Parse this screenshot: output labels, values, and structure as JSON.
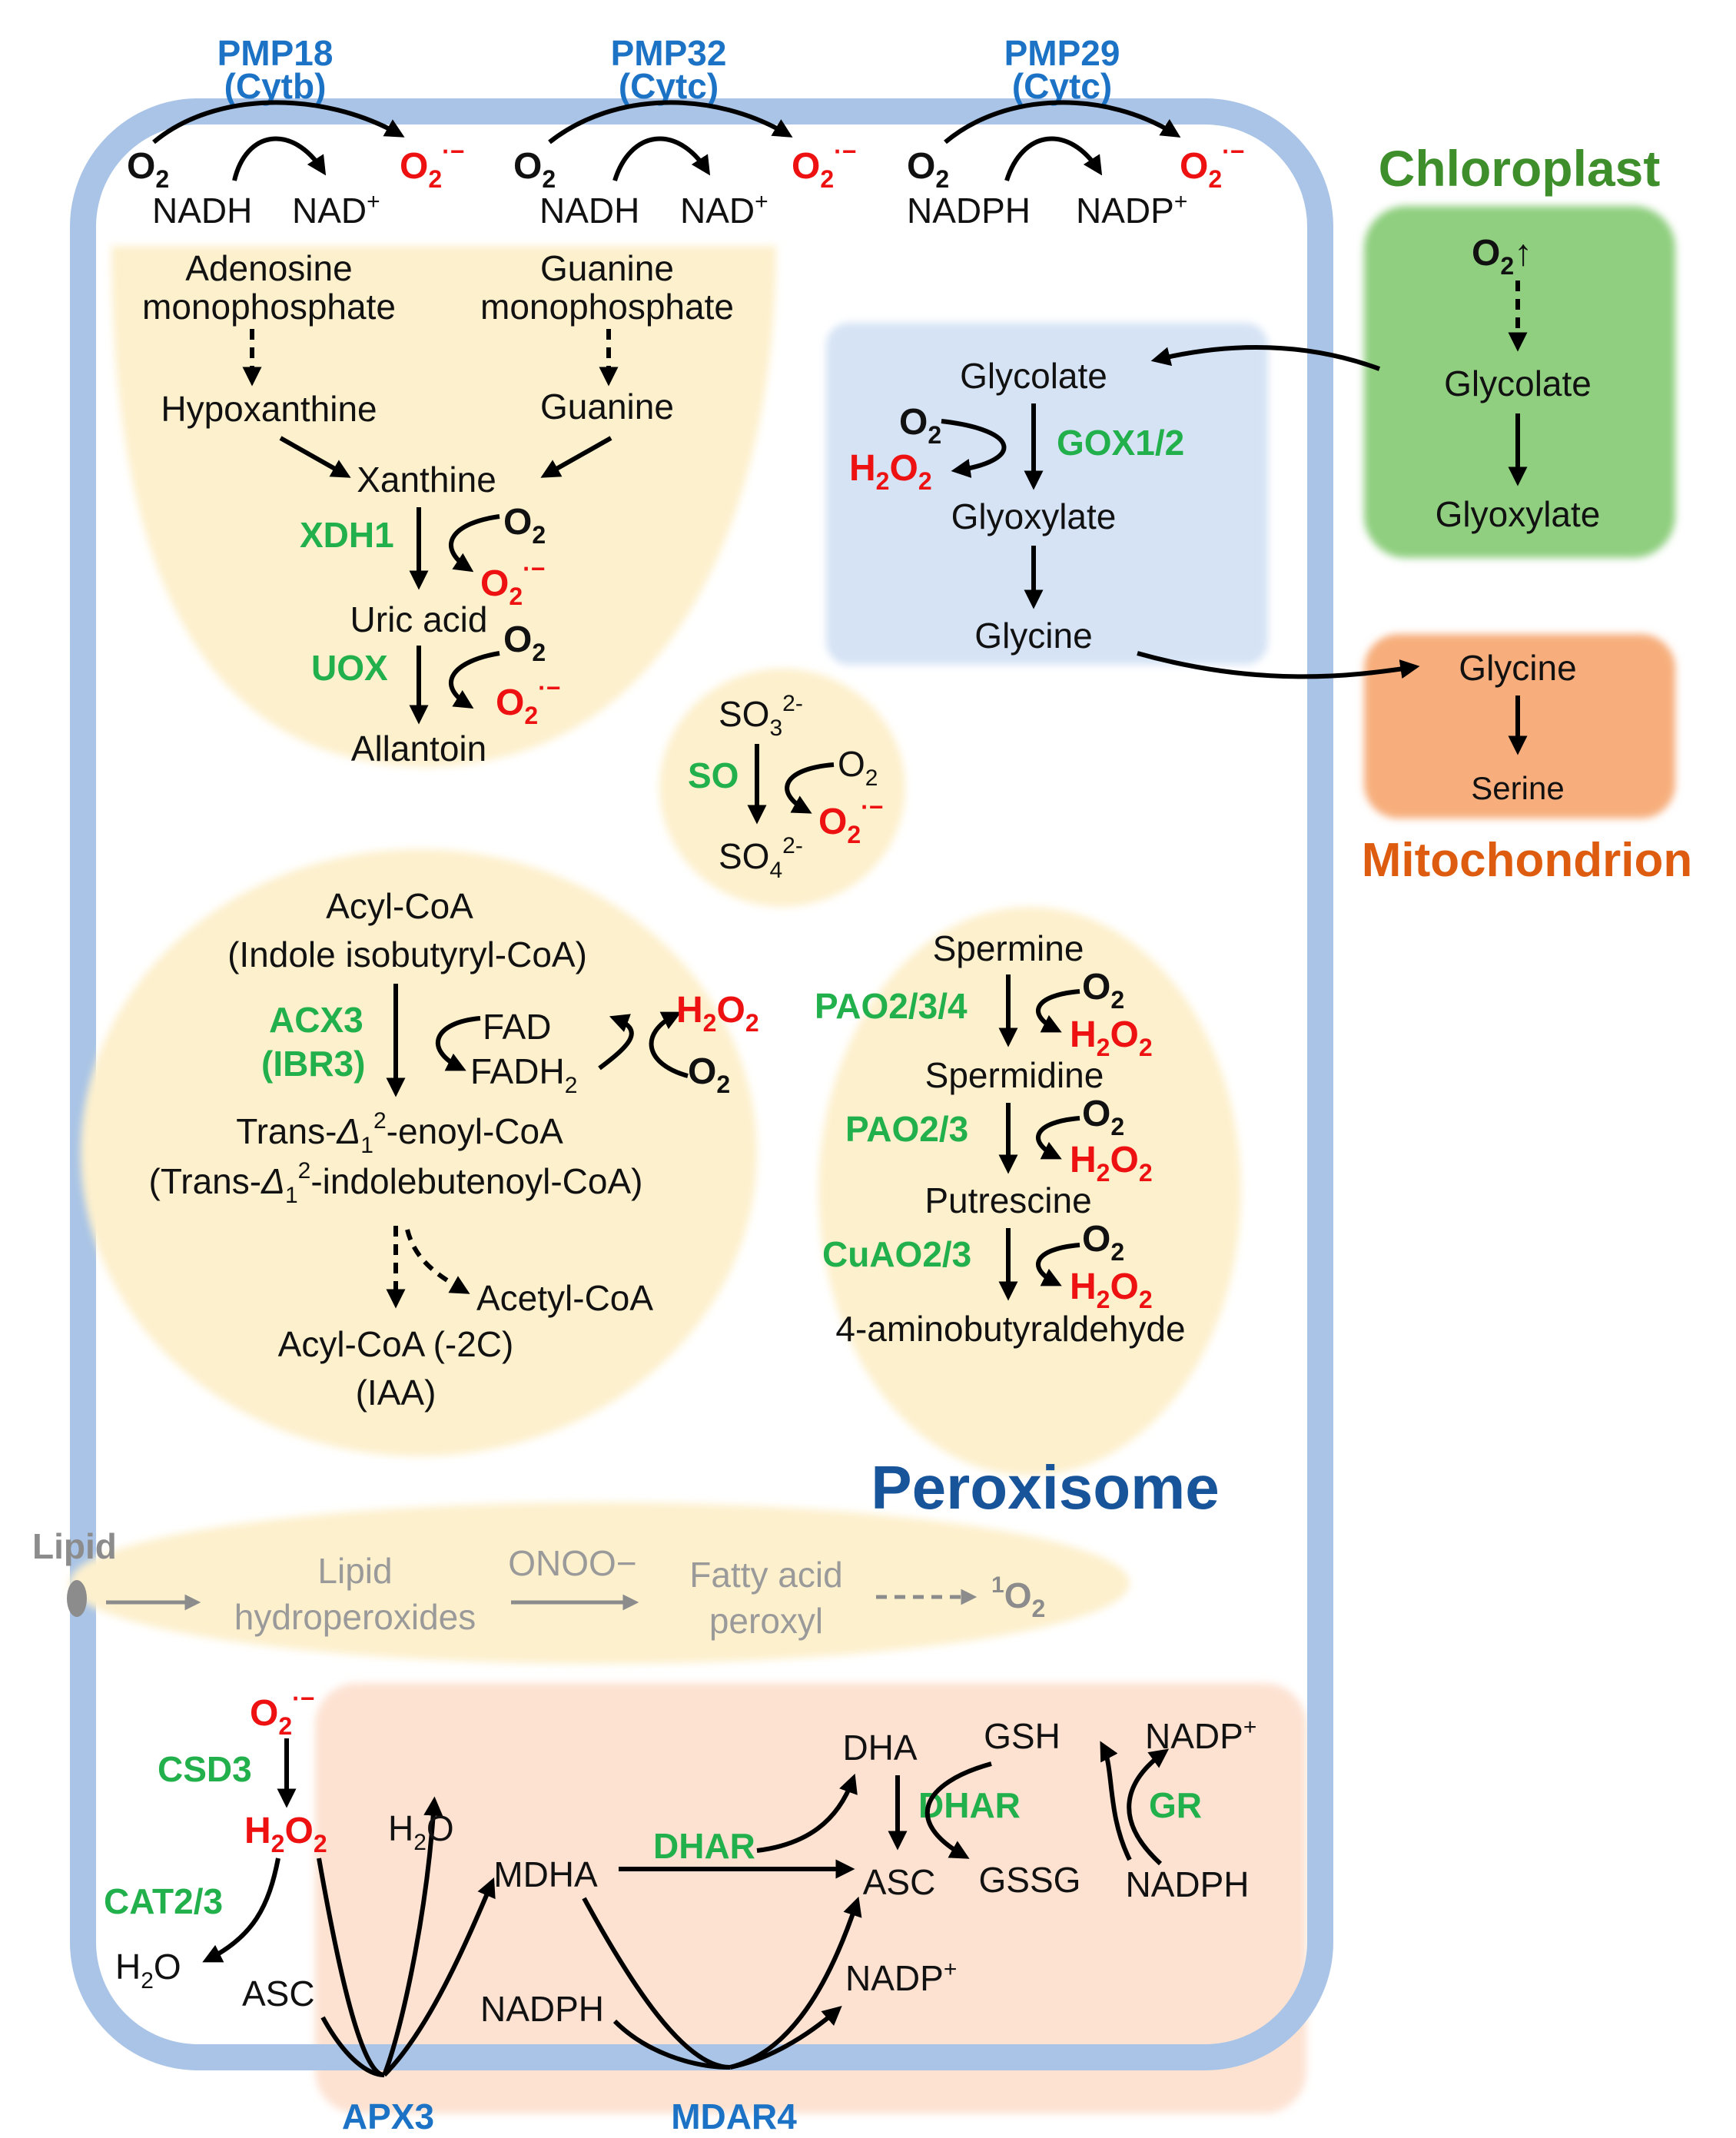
{
  "compartments": {
    "chloroplast": "Chloroplast",
    "mitochondrion": "Mitochondrion",
    "peroxisome": "Peroxisome"
  },
  "membrane": {
    "pmp18": {
      "name": "PMP18",
      "cyt": "(Cytb)",
      "o2": "O",
      "o2_sub": "2",
      "donor": "NADH",
      "product": "NAD",
      "product_sup": "+",
      "superoxide": "O",
      "superoxide_sub": "2",
      "superoxide_sup": "·−"
    },
    "pmp32": {
      "name": "PMP32",
      "cyt": "(Cytc)",
      "o2": "O",
      "o2_sub": "2",
      "donor": "NADH",
      "product": "NAD",
      "product_sup": "+",
      "superoxide": "O",
      "superoxide_sub": "2",
      "superoxide_sup": "·−"
    },
    "pmp29": {
      "name": "PMP29",
      "cyt": "(Cytc)",
      "o2": "O",
      "o2_sub": "2",
      "donor": "NADPH",
      "product": "NADP",
      "product_sup": "+",
      "superoxide": "O",
      "superoxide_sub": "2",
      "superoxide_sup": "·−"
    }
  },
  "purine": {
    "amp_1": "Adenosine",
    "amp_2": "monophosphate",
    "gmp_1": "Guanine",
    "gmp_2": "monophosphate",
    "hypoxanthine": "Hypoxanthine",
    "guanine": "Guanine",
    "xanthine": "Xanthine",
    "xdh": "XDH1",
    "uric_acid": "Uric acid",
    "uox": "UOX",
    "allantoin": "Allantoin",
    "o2_a": "O",
    "o2_a_sub": "2",
    "sup_a": "O",
    "sup_a_sub": "2",
    "sup_a_sup": "·−",
    "o2_b": "O",
    "o2_b_sub": "2",
    "sup_b": "O",
    "sup_b_sub": "2",
    "sup_b_sup": "·−"
  },
  "sulfite": {
    "so3": "SO",
    "so3_sub": "3",
    "so3_sup": "2-",
    "so4": "SO",
    "so4_sub": "4",
    "so4_sup": "2-",
    "enzyme": "SO",
    "o2": "O",
    "o2_sub": "2",
    "sup": "O",
    "sup_sub": "2",
    "sup_sup": "·−"
  },
  "photorespiration": {
    "glycolate": "Glycolate",
    "gox": "GOX1/2",
    "o2": "O",
    "o2_sub": "2",
    "h2o2_h": "H",
    "h2o2_sub1": "2",
    "h2o2_o": "O",
    "h2o2_sub2": "2",
    "glyoxylate": "Glyoxylate",
    "glycine": "Glycine"
  },
  "chloroplast_box": {
    "o2": "O",
    "o2_sub": "2",
    "up": "↑",
    "glycolate": "Glycolate",
    "glyoxylate": "Glyoxylate"
  },
  "mito_box": {
    "glycine": "Glycine",
    "serine": "Serine"
  },
  "beta_oxidation": {
    "acyl_coa": "Acyl-CoA",
    "acyl_coa_2": "(Indole isobutyryl-CoA)",
    "acx3": "ACX3",
    "ibr3": "(IBR3)",
    "fad": "FAD",
    "fadh2": "FADH",
    "fadh2_sub": "2",
    "h2o2_h": "H",
    "h2o2_sub1": "2",
    "h2o2_o": "O",
    "h2o2_sub2": "2",
    "o2": "O",
    "o2_sub": "2",
    "trans_1a": "Trans-",
    "trans_1b": "Δ",
    "trans_1c": "1",
    "trans_1d": "2",
    "trans_1e": "-enoyl-CoA",
    "trans_2a": "(Trans-",
    "trans_2b": "Δ",
    "trans_2c": "1",
    "trans_2d": "2",
    "trans_2e": "-indolebutenoyl-CoA)",
    "acetyl_coa": "Acetyl-CoA",
    "acyl_coa_2c": "Acyl-CoA (-2C)",
    "iaa": "(IAA)"
  },
  "polyamine": {
    "spermine": "Spermine",
    "pao234": "PAO2/3/4",
    "spermidine": "Spermidine",
    "pao23": "PAO2/3",
    "putrescine": "Putrescine",
    "cuao": "CuAO2/3",
    "aminobutyraldehyde": "4-aminobutyraldehyde",
    "o2": "O",
    "o2_sub": "2",
    "h2o2_h": "H",
    "h2o2_sub1": "2",
    "h2o2_o": "O",
    "h2o2_sub2": "2"
  },
  "lipid": {
    "lipid": "Lipid",
    "hydroperoxides_1": "Lipid",
    "hydroperoxides_2": "hydroperoxides",
    "onoo": "ONOO−",
    "fatty_1": "Fatty acid",
    "fatty_2": "peroxyl",
    "singlet_sup": "1",
    "singlet": "O",
    "singlet_sub": "2"
  },
  "antioxidant": {
    "sup": "O",
    "sup_sub": "2",
    "sup_sup": "·−",
    "csd3": "CSD3",
    "h2o2_h": "H",
    "h2o2_sub1": "2",
    "h2o2_o": "O",
    "h2o2_sub2": "2",
    "cat": "CAT2/3",
    "h2o_a": "H",
    "h2o_a_sub": "2",
    "h2o_a_o": "O",
    "h2o_b": "H",
    "h2o_b_sub": "2",
    "h2o_b_o": "O",
    "asc_left": "ASC",
    "apx3": "APX3",
    "mdha": "MDHA",
    "nadph_mdar": "NADPH",
    "mdar4": "MDAR4",
    "nadp_mdar": "NADP",
    "nadp_mdar_sup": "+",
    "dhar_arrow": "DHAR",
    "dha": "DHA",
    "asc_center": "ASC",
    "gsh": "GSH",
    "dhar_cycle": "DHAR",
    "gssg": "GSSG",
    "nadp_gr": "NADP",
    "nadp_gr_sup": "+",
    "gr": "GR",
    "nadph_gr": "NADPH"
  },
  "colors": {
    "membrane": "#a9c4e6",
    "pathway_yellow": "#fdf0cd",
    "glycolate_box": "#d5e3f5",
    "chloroplast": "#8fcf7f",
    "mitochondrion": "#f7ae7c",
    "antioxidant_bg": "#fde2d2",
    "enzyme_green": "#21b04b",
    "transporter_blue": "#1c73c6",
    "ros_red": "#ee1111"
  }
}
